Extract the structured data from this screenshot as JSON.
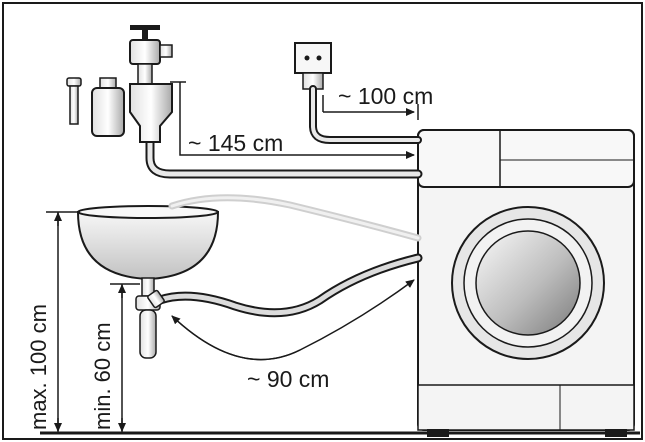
{
  "labels": {
    "socket_distance": "~ 100 cm",
    "tap_distance": "~ 145 cm",
    "drain_distance": "~ 90 cm",
    "max_height": "max. 100 cm",
    "min_height": "min. 60 cm"
  },
  "colors": {
    "outline": "#1a1a1a",
    "fill_light": "#f2f2f2",
    "fill_grey": "#c9c9c9",
    "hose_fill": "#e8e8e8"
  }
}
